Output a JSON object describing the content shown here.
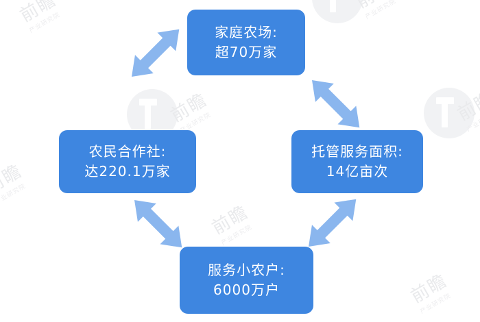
{
  "diagram": {
    "type": "cycle-relationship",
    "accent_color": "#3e86e0",
    "arrow_color": "#8ab6ee",
    "background_color": "#ffffff",
    "nodes": [
      {
        "id": "family-farm",
        "position": "top",
        "line1": "家庭农场:",
        "line2": "超70万家"
      },
      {
        "id": "farmer-cooperative",
        "position": "left",
        "line1": "农民合作社:",
        "line2": "达220.1万家"
      },
      {
        "id": "trusteeship-service-area",
        "position": "right",
        "line1": "托管服务面积:",
        "line2": "14亿亩次"
      },
      {
        "id": "small-farmer-service",
        "position": "bottom",
        "line1": "服务小农户:",
        "line2": "6000万户"
      }
    ],
    "connectors": [
      {
        "id": "top-left-connector",
        "from": "farmer-cooperative",
        "to": "family-farm",
        "style": "double-headed"
      },
      {
        "id": "top-right-connector",
        "from": "family-farm",
        "to": "trusteeship-service-area",
        "style": "double-headed"
      },
      {
        "id": "bottom-left-connector",
        "from": "farmer-cooperative",
        "to": "small-farmer-service",
        "style": "double-headed"
      },
      {
        "id": "bottom-right-connector",
        "from": "small-farmer-service",
        "to": "trusteeship-service-area",
        "style": "double-headed"
      }
    ]
  },
  "watermark": {
    "brand": "前瞻",
    "tagline": "产业研究院",
    "logo": "q-circle-logo"
  }
}
